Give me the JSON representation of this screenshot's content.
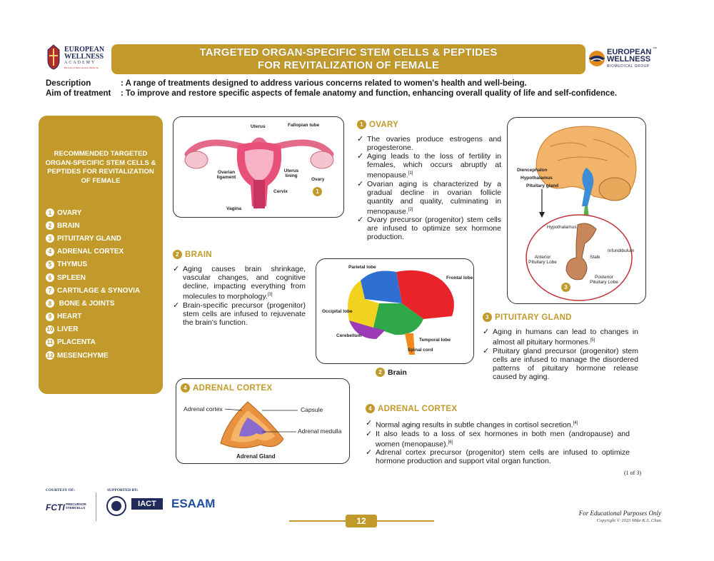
{
  "header": {
    "left_logo": {
      "line1": "EUROPEAN",
      "line2": "WELLNESS",
      "line3": "ACADEMY",
      "line4": "Biological Rejuvenation Medicine"
    },
    "title_line1": "TARGETED ORGAN-SPECIFIC STEM CELLS & PEPTIDES",
    "title_line2": "FOR REVITALIZATION OF FEMALE",
    "right_logo": {
      "line1": "EUROPEAN",
      "line2": "WELLNESS",
      "sub": "BIOMEDICAL GROUP",
      "tm": "™"
    }
  },
  "description": {
    "label": "Description",
    "text": ": A range of treatments designed to address various concerns related to women's health and well-being."
  },
  "aim": {
    "label": "Aim of treatment",
    "text": ": To improve and restore specific aspects of female anatomy and function, enhancing overall quality of life and self-confidence."
  },
  "sidebar": {
    "title": "RECOMMENDED TARGETED ORGAN-SPECIFIC STEM CELLS & PEPTIDES FOR REVITALIZATION OF FEMALE",
    "items": [
      {
        "n": "1",
        "label": "OVARY"
      },
      {
        "n": "2",
        "label": "BRAIN"
      },
      {
        "n": "3",
        "label": "PITUITARY GLAND"
      },
      {
        "n": "4",
        "label": "ADRENAL CORTEX"
      },
      {
        "n": "5",
        "label": "THYMUS"
      },
      {
        "n": "6",
        "label": "SPLEEN"
      },
      {
        "n": "7",
        "label": "CARTILAGE & SYNOVIA"
      },
      {
        "n": "8",
        "label": " BONE & JOINTS"
      },
      {
        "n": "9",
        "label": "HEART"
      },
      {
        "n": "10",
        "label": "LIVER"
      },
      {
        "n": "11",
        "label": "PLACENTA"
      },
      {
        "n": "12",
        "label": "MESENCHYME"
      }
    ]
  },
  "uterus_figure": {
    "labels": {
      "uterus": "Uterus",
      "fallopian": "Fallopian tube",
      "ovarian_ligament": "Ovarian ligament",
      "uterus_lining": "Uterus lining",
      "ovary": "Ovary",
      "cervix": "Cervix",
      "vagina": "Vagina"
    },
    "badge": "1"
  },
  "ovary": {
    "num": "1",
    "title": "OVARY",
    "points": [
      "The ovaries produce estrogens and progesterone.",
      "Aging leads to the loss of fertility in females, which occurs abruptly at menopause.",
      "Ovarian aging is characterized by a gradual decline in ovarian follicle quantity and quality, culminating in menopause.",
      "Ovary precursor (progenitor) stem cells are infused to optimize sex hormone production."
    ],
    "refs": [
      "",
      "[1]",
      "[2]",
      ""
    ]
  },
  "brain": {
    "num": "2",
    "title": "BRAIN",
    "points": [
      "Aging causes brain shrinkage, vascular changes, and cognitive decline, impacting everything from molecules to morphology.",
      "Brain-specific precursor (progenitor) stem cells are infused to rejuvenate the brain's function."
    ],
    "refs": [
      "[3]",
      ""
    ],
    "figure_labels": {
      "parietal": "Parietal lobe",
      "frontal": "Frontal lobe",
      "occipital": "Occipital lobe",
      "cerebellum": "Cerebellum",
      "temporal": "Temporal lobe",
      "spinal": "Spinal cord"
    },
    "caption": "Brain"
  },
  "pituitary_figure": {
    "labels": {
      "diencephalon": "Diencephalon",
      "hypothalamus": "Hypothalamus",
      "pituitary": "Pituitary gland",
      "hypothalamus2": "Hypothalamus",
      "infundibulum": "Infundibulum",
      "stalk": "Stalk",
      "anterior": "Anterior Pituitary Lobe",
      "posterior": "Posterior Pituitary Lobe"
    },
    "badge": "3"
  },
  "pituitary": {
    "num": "3",
    "title": "PITUITARY GLAND",
    "points": [
      "Aging in humans can lead to changes in almost all pituitary hormones.",
      "Pituitary gland precursor (progenitor) stem cells are infused to manage the disordered patterns of pituitary hormone release caused by aging."
    ],
    "refs": [
      "[5]",
      ""
    ]
  },
  "adrenal_figure": {
    "num": "4",
    "title": "ADRENAL CORTEX",
    "labels": {
      "cortex": "Adrenal cortex",
      "capsule": "Capsule",
      "medulla": "Adrenal medulla",
      "gland": "Adrenal Gland"
    }
  },
  "adrenal": {
    "num": "4",
    "title": "ADRENAL CORTEX",
    "points": [
      "Normal aging results in subtle changes in cortisol secretion.",
      "It also leads to a loss of sex hormones in both men (andropause) and women (menopause).",
      "Adrenal cortex precursor (progenitor) stem cells are infused to optimize hormone production and support vital organ function."
    ],
    "refs": [
      "[4]",
      "[6]",
      ""
    ]
  },
  "page_of": "(1 of 3)",
  "footer": {
    "courtesy_label": "COURTESY OF:",
    "supported_label": "SUPPORTED BY:",
    "fcti": "FCTI",
    "fcti_sub": "PRECURSOR STEMCELLS",
    "iact": "IACT",
    "esaam": "ESAAM",
    "page": "12",
    "edu": "For Educational Purposes Only",
    "copyright": "Copyright © 2023 Mike K.S. Chan"
  },
  "colors": {
    "gold": "#c29a2b",
    "navy": "#1f2a5a"
  }
}
